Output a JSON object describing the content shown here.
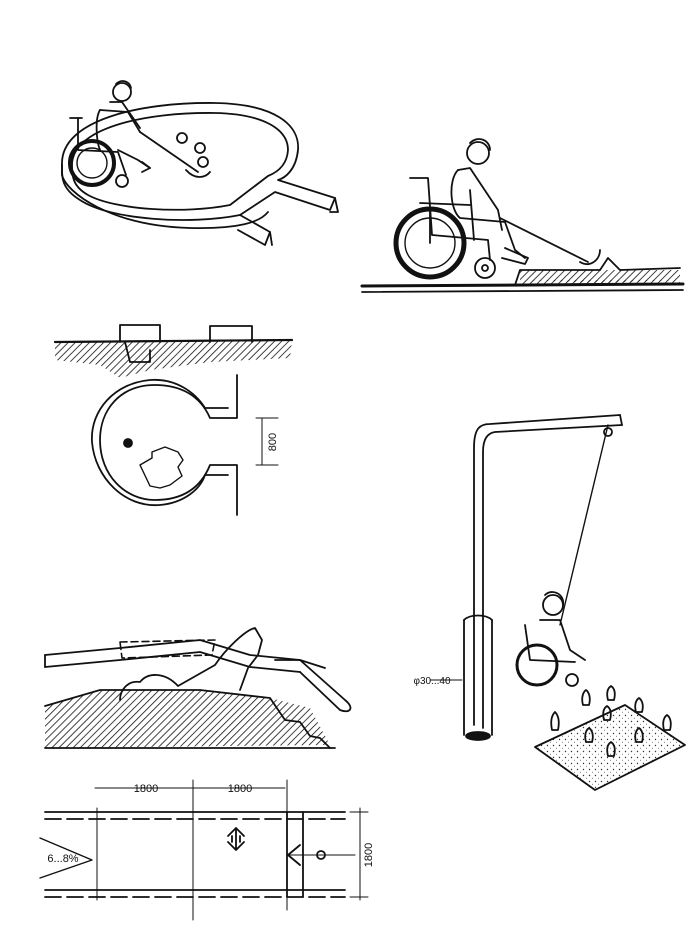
{
  "ink_color": "#111111",
  "paper_color": "#ffffff",
  "dimensions": {
    "gap_width": "800",
    "span_left": "1800",
    "span_right": "1800",
    "ramp_width": "1800",
    "ramp_slope": "6...8%",
    "pole_diameter": "φ30...40"
  }
}
